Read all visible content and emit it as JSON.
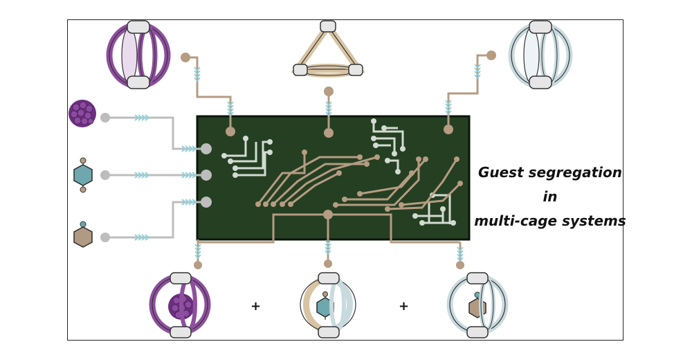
{
  "caption": {
    "line1": "Guest segregation",
    "line2": "in",
    "line3": "multi-cage systems"
  },
  "operators": {
    "plus": "+"
  },
  "colors": {
    "board": "#253f22",
    "board_border": "#0b160a",
    "trace_tan": "#b59c82",
    "trace_light": "#d2dbd2",
    "wire_grey": "#bdbdbd",
    "arrow": "#8fd0dc",
    "purple_cage": "#8e4f9e",
    "tan_cage": "#d8c4a4",
    "blue_cage": "#c9dadf",
    "guest_purple": "#6c2f7f",
    "guest_teal": "#6fa7ae",
    "guest_brown": "#b19a83"
  },
  "icons": [
    "cage-purple-icon",
    "cage-tetrahedral-icon",
    "cage-blue-icon",
    "guest-sphere-icon",
    "guest-hexagon-teal-icon",
    "guest-hexagon-brown-icon",
    "circuit-board-icon"
  ]
}
